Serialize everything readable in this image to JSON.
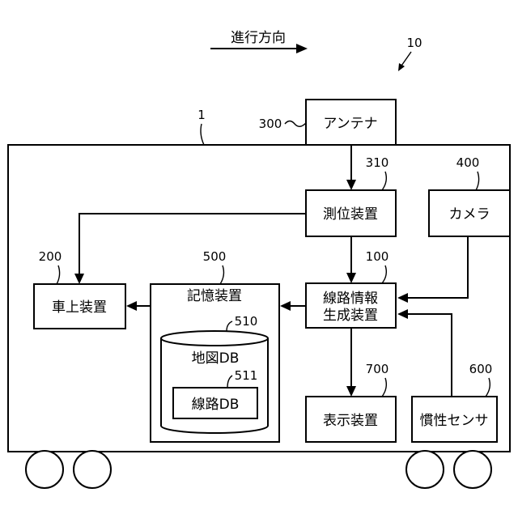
{
  "direction_label": "進行方向",
  "refs": {
    "system": "10",
    "vehicle": "1",
    "antenna": "300",
    "positioning": "310",
    "camera": "400",
    "generator": "100",
    "onboard": "200",
    "storage": "500",
    "map_db": "510",
    "route_db": "511",
    "display": "700",
    "inertial": "600"
  },
  "blocks": {
    "antenna": "アンテナ",
    "positioning": "測位装置",
    "camera": "カメラ",
    "generator_line1": "線路情報",
    "generator_line2": "生成装置",
    "onboard": "車上装置",
    "storage": "記憶装置",
    "map_db": "地図DB",
    "route_db": "線路DB",
    "display": "表示装置",
    "inertial": "慣性センサ"
  }
}
